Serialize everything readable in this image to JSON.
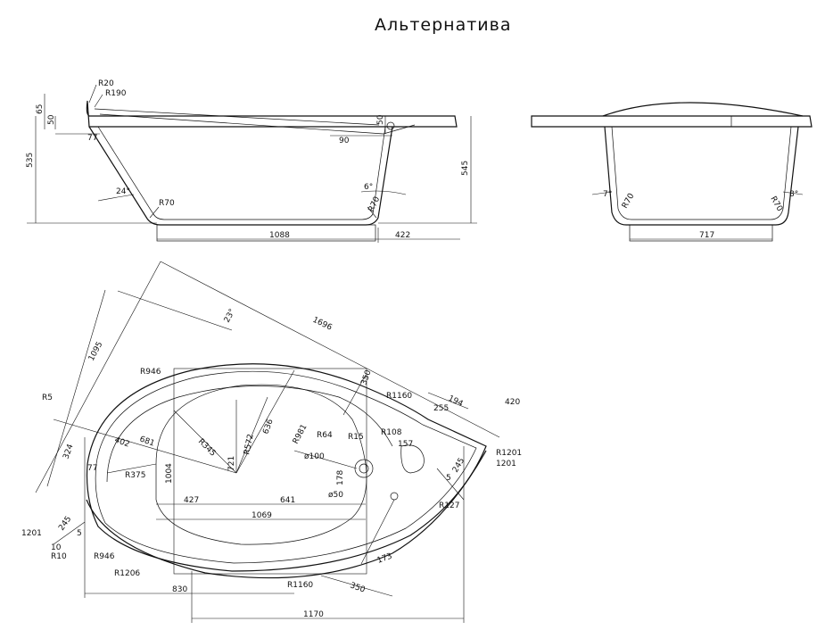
{
  "title": "Альтернатива",
  "side_view": {
    "radii": [
      "R20",
      "R190",
      "R70",
      "R70"
    ],
    "dims": [
      "65",
      "50",
      "77",
      "535",
      "50",
      "90",
      "545",
      "1088",
      "422"
    ],
    "angles": [
      "24°",
      "6°"
    ]
  },
  "end_view": {
    "radii": [
      "R70",
      "R70"
    ],
    "dims": [
      "717"
    ],
    "angles": [
      "7°",
      "8°"
    ]
  },
  "plan_view": {
    "dims_outer": [
      "1095",
      "23°",
      "1696",
      "324",
      "1201",
      "245",
      "5",
      "10",
      "1201",
      "245",
      "5",
      "194",
      "420"
    ],
    "radii": [
      "R946",
      "R5",
      "R1160",
      "R64",
      "R15",
      "R108",
      "R981",
      "R345",
      "R572",
      "R375",
      "R946",
      "R1206",
      "R1160",
      "R1201",
      "R127",
      "R10"
    ],
    "dims_inner": [
      "350",
      "255",
      "157",
      "681",
      "402",
      "636",
      "721",
      "1004",
      "ø100",
      "178",
      "ø50",
      "77",
      "427",
      "641",
      "1069",
      "830",
      "173",
      "350",
      "1170"
    ]
  }
}
